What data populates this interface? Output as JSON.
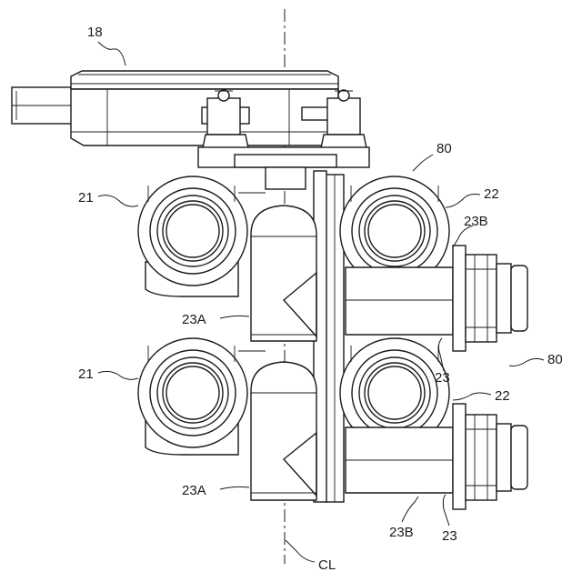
{
  "labels": {
    "ref_18": "18",
    "ref_80_top": "80",
    "ref_80_right": "80",
    "ref_21_top": "21",
    "ref_21_bottom": "21",
    "ref_22_top": "22",
    "ref_22_bottom": "22",
    "ref_23B_top": "23B",
    "ref_23B_bottom": "23B",
    "ref_23A_top": "23A",
    "ref_23A_bottom": "23A",
    "ref_23_mid": "23",
    "ref_23_bottom": "23",
    "ref_CL": "CL"
  }
}
